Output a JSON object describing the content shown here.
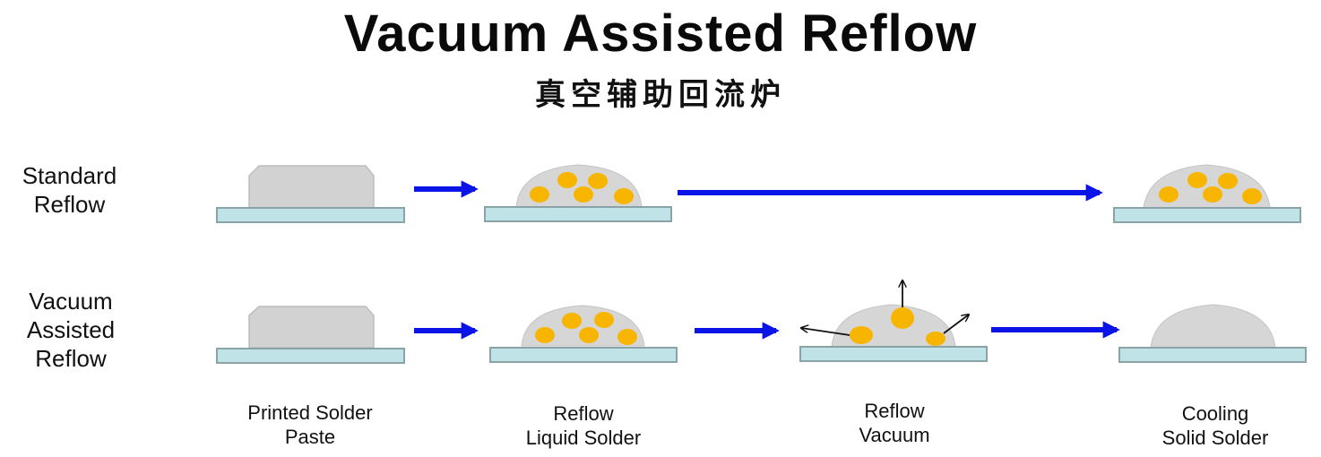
{
  "title": "Vacuum Assisted Reflow",
  "subtitle": "真空辅助回流炉",
  "rows": [
    {
      "label_lines": [
        "Standard",
        "Reflow"
      ]
    },
    {
      "label_lines": [
        "Vacuum",
        "Assisted",
        "Reflow"
      ]
    }
  ],
  "stages": [
    {
      "label_lines": [
        "Printed Solder",
        "Paste"
      ]
    },
    {
      "label_lines": [
        "Reflow",
        "Liquid Solder"
      ]
    },
    {
      "label_lines": [
        "Reflow",
        "Vacuum"
      ]
    },
    {
      "label_lines": [
        "Cooling",
        "Solid Solder"
      ]
    }
  ],
  "colors": {
    "board_fill": "#bfe3e6",
    "board_stroke": "#8aa3a6",
    "paste_fill": "#d2d2d2",
    "dome_fill": "#d6d6d6",
    "void_fill": "#f7b500",
    "flow_arrow": "#0a14e6",
    "escape_arrow": "#111111"
  }
}
